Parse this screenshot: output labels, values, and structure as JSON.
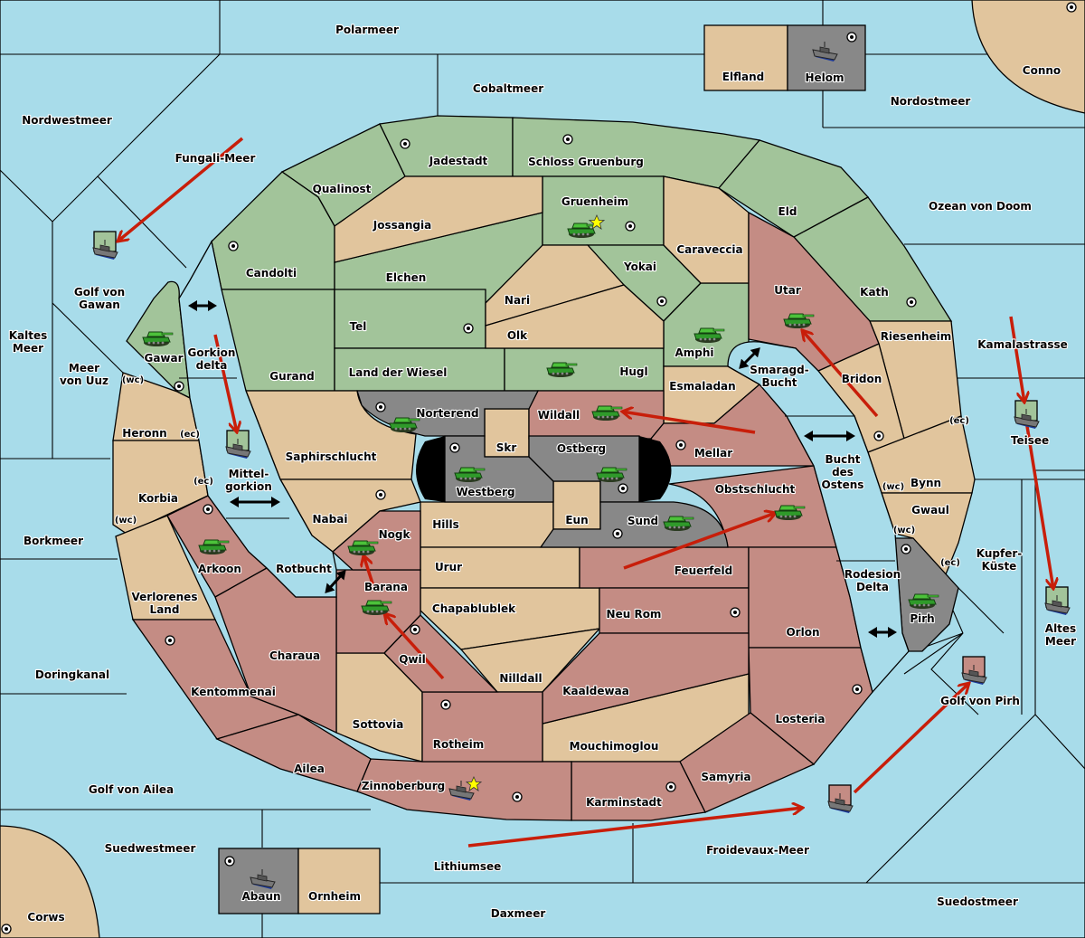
{
  "game": {
    "title": "Diplomacy-style map",
    "colors": {
      "sea": "#a8dcea",
      "green_power": "#a2c49a",
      "neutral": "#e1c59d",
      "red_power": "#c48c84",
      "grey_power": "#888888",
      "order_arrow": "#c81e0a",
      "star": "#ffff00"
    }
  },
  "seas": {
    "polarmeer": "Polarmeer",
    "cobaltmeer": "Cobaltmeer",
    "nordostmeer": "Nordostmeer",
    "nordwestmeer": "Nordwestmeer",
    "fungali": "Fungali-Meer",
    "golf_gawan": [
      "Golf von",
      "Gawan"
    ],
    "kaltes_meer": [
      "Kaltes",
      "Meer"
    ],
    "meer_uuz": [
      "Meer",
      "von Uuz"
    ],
    "gorkion_delta": [
      "Gorkion",
      "delta"
    ],
    "mittelgorkion": [
      "Mittel-",
      "gorkion"
    ],
    "borkmeer": "Borkmeer",
    "rotbucht": "Rotbucht",
    "doringkanal": "Doringkanal",
    "golf_ailea": "Golf von Ailea",
    "suedwestmeer": "Suedwestmeer",
    "lithiumsee": "Lithiumsee",
    "daxmeer": "Daxmeer",
    "froidevaux": "Froidevaux-Meer",
    "suedostmeer": "Suedostmeer",
    "golf_pirh": "Golf von Pirh",
    "altes_meer": [
      "Altes",
      "Meer"
    ],
    "kupfer": [
      "Kupfer-",
      "Küste"
    ],
    "rodesion": [
      "Rodesion",
      "Delta"
    ],
    "bucht_ostens": [
      "Bucht",
      "des",
      "Ostens"
    ],
    "smaragd": [
      "Smaragd-",
      "Bucht"
    ],
    "teisee": "Teisee",
    "kamalastrasse": "Kamalastrasse",
    "ozean_doom": "Ozean von Doom"
  },
  "provinces": {
    "elfland": "Elfland",
    "helom": "Helom",
    "conno": "Conno",
    "corws": "Corws",
    "abaun": "Abaun",
    "ornheim": "Ornheim",
    "qualinost": "Qualinost",
    "jadestadt": "Jadestadt",
    "schloss": "Schloss Gruenburg",
    "jossangia": "Jossangia",
    "gruenheim": "Gruenheim",
    "caraveccia": "Caraveccia",
    "eld": "Eld",
    "candolti": "Candolti",
    "elchen": "Elchen",
    "yokai": "Yokai",
    "nari": "Nari",
    "olk": "Olk",
    "tel": "Tel",
    "gurand": "Gurand",
    "wiesel": "Land der Wiesel",
    "hugl": "Hugl",
    "amphi": "Amphi",
    "utar": "Utar",
    "kath": "Kath",
    "riesenheim": "Riesenheim",
    "bridon": "Bridon",
    "esmaladan": "Esmaladan",
    "gawar": "Gawar",
    "heronn": "Heronn",
    "korbia": "Korbia",
    "saphirschlucht": "Saphirschlucht",
    "norterend": "Norterend",
    "wildall": "Wildall",
    "skr": "Skr",
    "ostberg": "Ostberg",
    "westberg": "Westberg",
    "mellar": "Mellar",
    "eun": "Eun",
    "sund": "Sund",
    "obstschlucht": "Obstschlucht",
    "nabai": "Nabai",
    "hills": "Hills",
    "nogk": "Nogk",
    "arkoon": "Arkoon",
    "verlorenes": [
      "Verlorenes",
      "Land"
    ],
    "barana": "Barana",
    "urur": "Urur",
    "feuerfeld": "Feuerfeld",
    "chapablublek": "Chapablublek",
    "neurom": "Neu Rom",
    "orlon": "Orlon",
    "bynn": "Bynn",
    "gwaul": "Gwaul",
    "pirh": "Pirh",
    "charaua": "Charaua",
    "kentommenai": "Kentommenai",
    "qwil": "Qwil",
    "nilldall": "Nilldall",
    "kaaldewaa": "Kaaldewaa",
    "sottovia": "Sottovia",
    "rotheim": "Rotheim",
    "mouchimoglou": "Mouchimoglou",
    "losteria": "Losteria",
    "ailea": "Ailea",
    "zinnoberburg": "Zinnoberburg",
    "karminstadt": "Karminstadt",
    "samyria": "Samyria"
  },
  "coasts": {
    "wc": "(wc)",
    "ec": "(ec)"
  },
  "units": [
    {
      "type": "army",
      "province": "Gruenheim",
      "power": "green",
      "selected": true
    },
    {
      "type": "army",
      "province": "Hugl",
      "power": "green"
    },
    {
      "type": "army",
      "province": "Amphi",
      "power": "green"
    },
    {
      "type": "army",
      "province": "Gawar",
      "power": "green"
    },
    {
      "type": "army",
      "province": "Utar",
      "power": "green"
    },
    {
      "type": "army",
      "province": "Norterend",
      "power": "green"
    },
    {
      "type": "army",
      "province": "Wildall",
      "power": "green"
    },
    {
      "type": "army",
      "province": "Westberg",
      "power": "green"
    },
    {
      "type": "army",
      "province": "Ostberg",
      "power": "green"
    },
    {
      "type": "army",
      "province": "Sund",
      "power": "green"
    },
    {
      "type": "army",
      "province": "Obstschlucht",
      "power": "green"
    },
    {
      "type": "army",
      "province": "Arkoon",
      "power": "green"
    },
    {
      "type": "army",
      "province": "Nogk",
      "power": "green"
    },
    {
      "type": "army",
      "province": "Barana",
      "power": "green"
    },
    {
      "type": "army",
      "province": "Pirh",
      "power": "green"
    },
    {
      "type": "fleet",
      "province": "Helom",
      "power": "grey"
    },
    {
      "type": "fleet",
      "province": "Abaun",
      "power": "grey"
    },
    {
      "type": "fleet",
      "province": "Zinnoberburg",
      "power": "red",
      "selected": true
    },
    {
      "type": "fleet",
      "province": "Golf von Gawan",
      "power": "green"
    },
    {
      "type": "fleet",
      "province": "Mittelgorkion",
      "power": "green"
    },
    {
      "type": "fleet",
      "province": "Teisee",
      "power": "green"
    },
    {
      "type": "fleet",
      "province": "Altes Meer",
      "power": "green"
    },
    {
      "type": "fleet",
      "province": "Golf von Pirh",
      "power": "red"
    },
    {
      "type": "fleet",
      "province": "Froidevaux-Meer",
      "power": "red"
    }
  ]
}
